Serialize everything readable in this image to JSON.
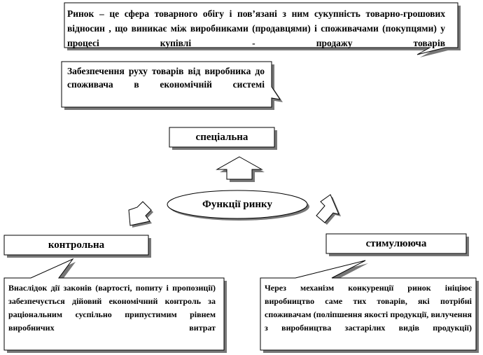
{
  "definition": {
    "term": "Ринок",
    "text": " – це сфера товарного обігу і пов’язані з ним сукупність товарно-грошових відносин , що виникає між виробниками (продавцями) і споживачами (покупцями) у процесі купівлі - продажу товарів"
  },
  "movement_note": "Забезпечення руху товарів від виробника до споживача в економічній системі",
  "center_label": "Функції ринку",
  "functions": {
    "special": "спеціальна",
    "control": "контрольна",
    "stimulating": "стимулююча"
  },
  "notes": {
    "control": "Внаслідок дії законів (вартості, попиту і пропозиції) забезпечується дійовий економічний контроль за раціональним суспільно припустимим рівнем виробничих витрат",
    "stimulating": "Через механізм конкуренції ринок ініціює виробництво саме тих товарів, які потрібні споживачам (поліпшення якості продукції, вилучення з виробництва застарілих видів продукції)"
  }
}
